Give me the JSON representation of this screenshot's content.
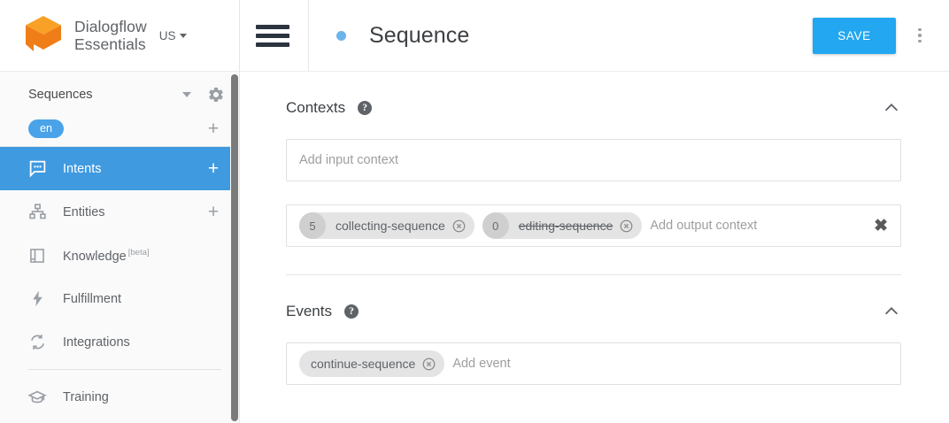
{
  "sidebar": {
    "logo": {
      "line1": "Dialogflow",
      "line2": "Essentials",
      "region": "US",
      "icon": "dialogflow-cube-icon"
    },
    "agent": {
      "name": "Sequences",
      "caret_icon": "caret-down-icon",
      "settings_icon": "gear-icon"
    },
    "language": {
      "code": "en",
      "add_icon": "plus-icon"
    },
    "items": [
      {
        "label": "Intents",
        "icon": "intents-chat-icon",
        "active": true,
        "action": "+"
      },
      {
        "label": "Entities",
        "icon": "entities-hierarchy-icon",
        "active": false,
        "action": "+"
      },
      {
        "label": "Knowledge",
        "badge": "[beta]",
        "icon": "knowledge-book-icon",
        "active": false
      },
      {
        "label": "Fulfillment",
        "icon": "fulfillment-bolt-icon",
        "active": false
      },
      {
        "label": "Integrations",
        "icon": "integrations-sync-icon",
        "active": false
      },
      {
        "label": "Training",
        "icon": "training-cap-icon",
        "active": false
      }
    ]
  },
  "topbar": {
    "menu_icon": "hamburger-menu-icon",
    "status_dot": "unsaved-status-dot",
    "title": "Sequence",
    "save_label": "SAVE",
    "more_icon": "kebab-more-icon"
  },
  "sections": [
    {
      "title": "Contexts",
      "help_icon": "help-icon",
      "collapse_icon": "chevron-up-icon",
      "input_context": {
        "placeholder": "Add input context",
        "chips": []
      },
      "output_context": {
        "placeholder": "Add output context",
        "clear_icon": "clear-all-icon",
        "chips": [
          {
            "lifespan": "5",
            "label": "collecting-sequence",
            "expired": false,
            "remove_icon": "chip-remove-icon"
          },
          {
            "lifespan": "0",
            "label": "editing-sequence",
            "expired": true,
            "remove_icon": "chip-remove-icon"
          }
        ]
      }
    },
    {
      "title": "Events",
      "help_icon": "help-icon",
      "collapse_icon": "chevron-up-icon",
      "events": {
        "placeholder": "Add event",
        "chips": [
          {
            "label": "continue-sequence",
            "remove_icon": "chip-remove-icon"
          }
        ]
      }
    }
  ],
  "colors": {
    "accent_blue": "#3f9ae0",
    "save_blue": "#22a7f0",
    "logo_orange": "#f89b1c",
    "chip_grey": "#e4e4e4"
  }
}
